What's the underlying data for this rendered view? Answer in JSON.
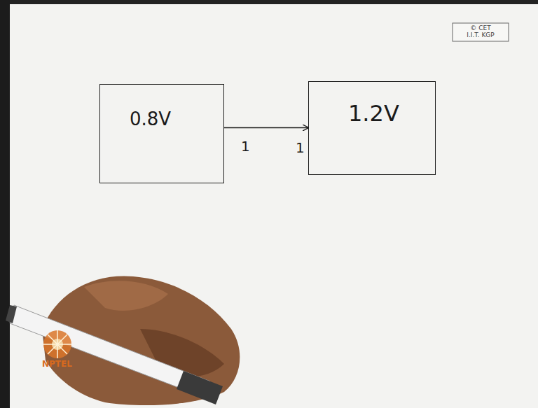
{
  "diagram": {
    "nodes": [
      {
        "text": [
          "0.8V"
        ]
      },
      {
        "text": [
          "1.2V"
        ]
      }
    ],
    "edges": [
      {
        "from": 0,
        "to": 1,
        "arrow": "to"
      }
    ],
    "labels": [
      "1",
      "1",
      "© CET",
      "I.I.T. KGP",
      "NPTEL"
    ]
  }
}
